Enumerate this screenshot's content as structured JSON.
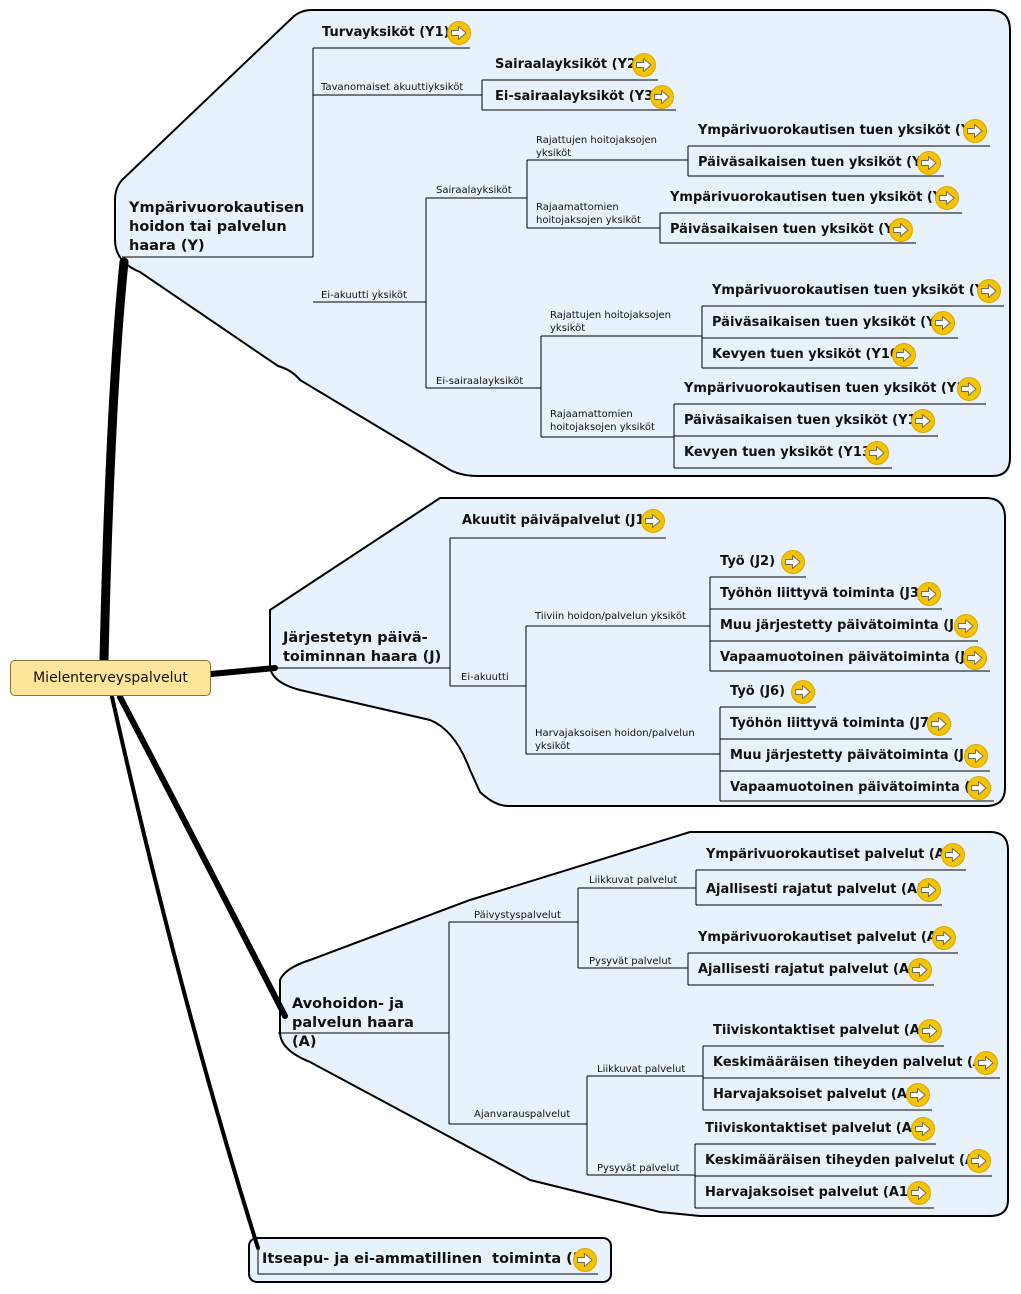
{
  "root": {
    "label": "Mielenterveyspalvelut"
  },
  "branches": {
    "Y": {
      "title": "Ympärivuorokautisen hoidon tai palvelun haara (Y)",
      "turva": "Turvayksiköt (Y1)",
      "akuutti": {
        "label": "Tavanomaiset akuuttiyksiköt",
        "items": [
          "Sairaalayksiköt (Y2)",
          "Ei-sairaalayksiköt (Y3)"
        ]
      },
      "eiakuutti": {
        "label": "Ei-akuutti yksiköt",
        "sairaala": {
          "label": "Sairaalayksiköt",
          "rajattu": {
            "label": "Rajattujen hoitojaksojen yksiköt",
            "items": [
              "Ympärivuorokautisen tuen yksiköt (Y4)",
              "Päiväsaikaisen tuen yksiköt (Y5)"
            ]
          },
          "rajaamaton": {
            "label": "Rajaamattomien hoitojaksojen yksiköt",
            "items": [
              "Ympärivuorokautisen tuen yksiköt (Y6)",
              "Päiväsaikaisen tuen yksiköt (Y7)"
            ]
          }
        },
        "eisairaala": {
          "label": "Ei-sairaalayksiköt",
          "rajattu": {
            "label": "Rajattujen hoitojaksojen yksiköt",
            "items": [
              "Ympärivuorokautisen tuen yksiköt (Y8)",
              "Päiväsaikaisen tuen yksiköt (Y9)",
              "Kevyen tuen yksiköt (Y10)"
            ]
          },
          "rajaamaton": {
            "label": "Rajaamattomien hoitojaksojen yksiköt",
            "items": [
              "Ympärivuorokautisen tuen yksiköt (Y11)",
              "Päiväsaikaisen tuen yksiköt (Y12)",
              "Kevyen tuen yksiköt (Y13)"
            ]
          }
        }
      }
    },
    "J": {
      "title": "Järjestetyn päivä-toiminnan haara (J)",
      "akuutit": "Akuutit päiväpalvelut (J1)",
      "eiakuutti": {
        "label": "Ei-akuutti",
        "tiivis": {
          "label": "Tiiviin hoidon/palvelun yksiköt",
          "items": [
            "Työ (J2)",
            "Työhön liittyvä toiminta (J3)",
            "Muu järjestetty päivätoiminta (J4)",
            "Vapaamuotoinen päivätoiminta (J5)"
          ]
        },
        "harva": {
          "label": "Harvajaksoisen hoidon/palvelun yksiköt",
          "items": [
            "Työ (J6)",
            "Työhön liittyvä toiminta (J7)",
            "Muu järjestetty päivätoiminta (J8)",
            "Vapaamuotoinen päivätoiminta (J9)"
          ]
        }
      }
    },
    "A": {
      "title": "Avohoidon- ja palvelun haara (A)",
      "paivystys": {
        "label": "Päivystyspalvelut",
        "liikkuvat": {
          "label": "Liikkuvat palvelut",
          "items": [
            "Ympärivuorokautiset palvelut (A1)",
            "Ajallisesti rajatut palvelut (A2)"
          ]
        },
        "pysyvat": {
          "label": "Pysyvät palvelut",
          "items": [
            "Ympärivuorokautiset palvelut (A3)",
            "Ajallisesti rajatut palvelut (A4)"
          ]
        }
      },
      "ajanvaraus": {
        "label": "Ajanvarauspalvelut",
        "liikkuvat": {
          "label": "Liikkuvat palvelut",
          "items": [
            "Tiiviskontaktiset palvelut (A5)",
            "Keskimääräisen tiheyden palvelut (A6)",
            "Harvajaksoiset palvelut (A7)"
          ]
        },
        "pysyvat": {
          "label": "Pysyvät palvelut",
          "items": [
            "Tiiviskontaktiset palvelut (A8)",
            "Keskimääräisen tiheyden palvelut (A9)",
            "Harvajaksoiset palvelut (A10)"
          ]
        }
      }
    },
    "I": {
      "title": "Itseapu- ja ei-ammatillinen  toiminta (I)"
    }
  },
  "colors": {
    "bubble_fill": "#e8f2fc",
    "root_fill": "#fde69a",
    "arrow_fill": "#f5c400",
    "line": "#000000"
  },
  "icons": {
    "link": "arrow-right-icon"
  }
}
